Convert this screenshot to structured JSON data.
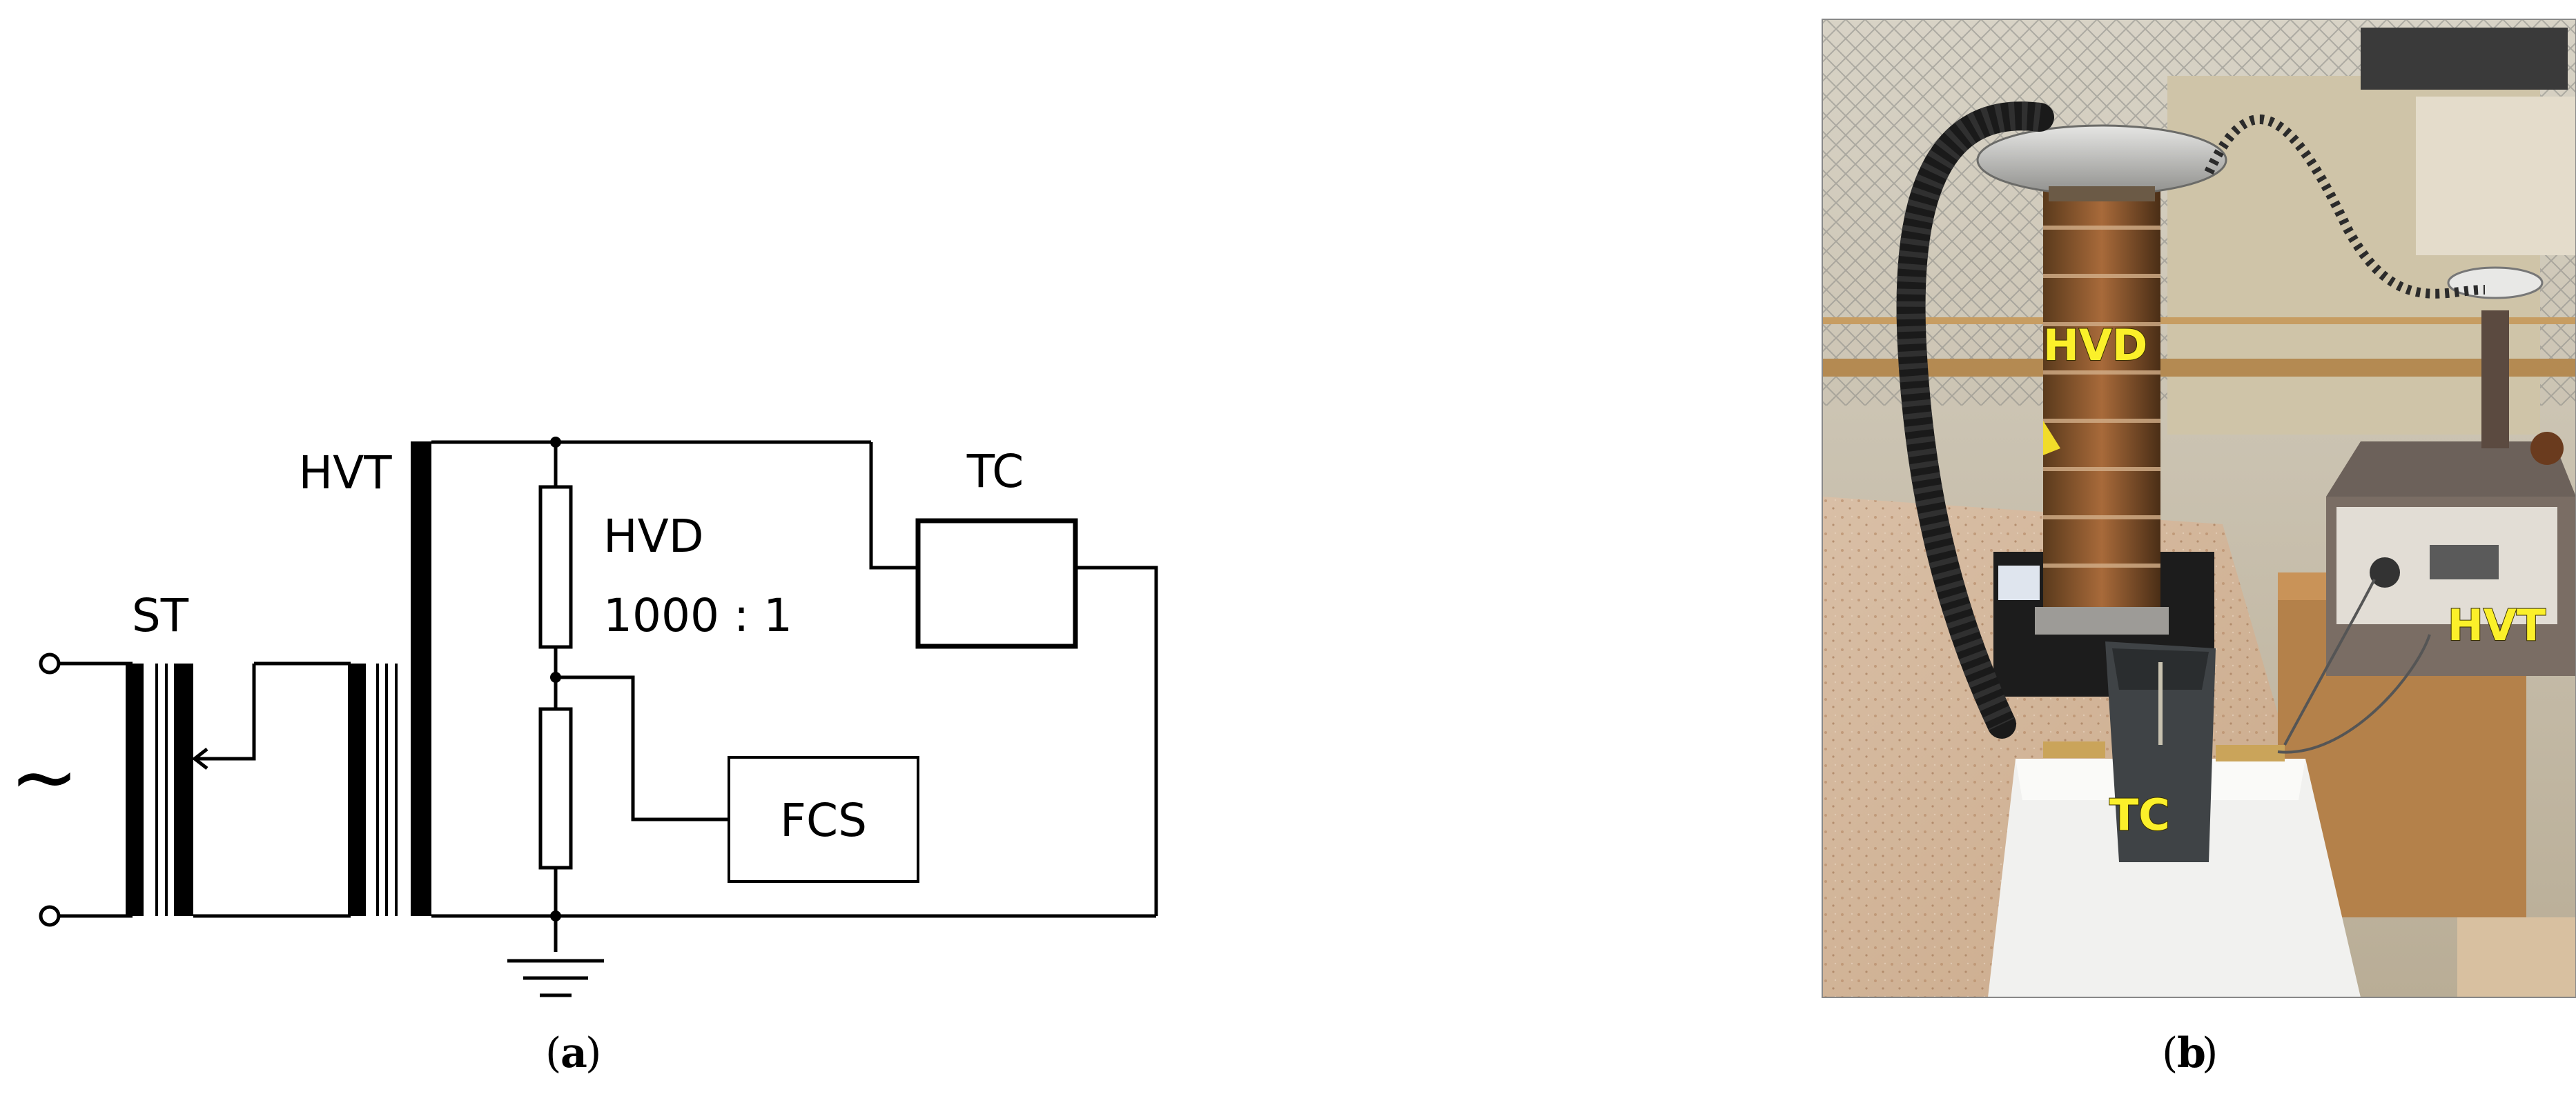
{
  "panel_a": {
    "labels": {
      "st": "ST",
      "hvt": "HVT",
      "hvd": "HVD",
      "ratio": "1000 : 1",
      "tc": "TC",
      "fcs": "FCS",
      "ac_source": "~"
    },
    "caption_letter": "a"
  },
  "panel_b": {
    "labels": {
      "hvd": "HVD",
      "hvt": "HVT",
      "tc": "TC"
    },
    "caption_letter": "b"
  },
  "colors": {
    "line": "#000000",
    "photo_label": "#fbf02a"
  }
}
